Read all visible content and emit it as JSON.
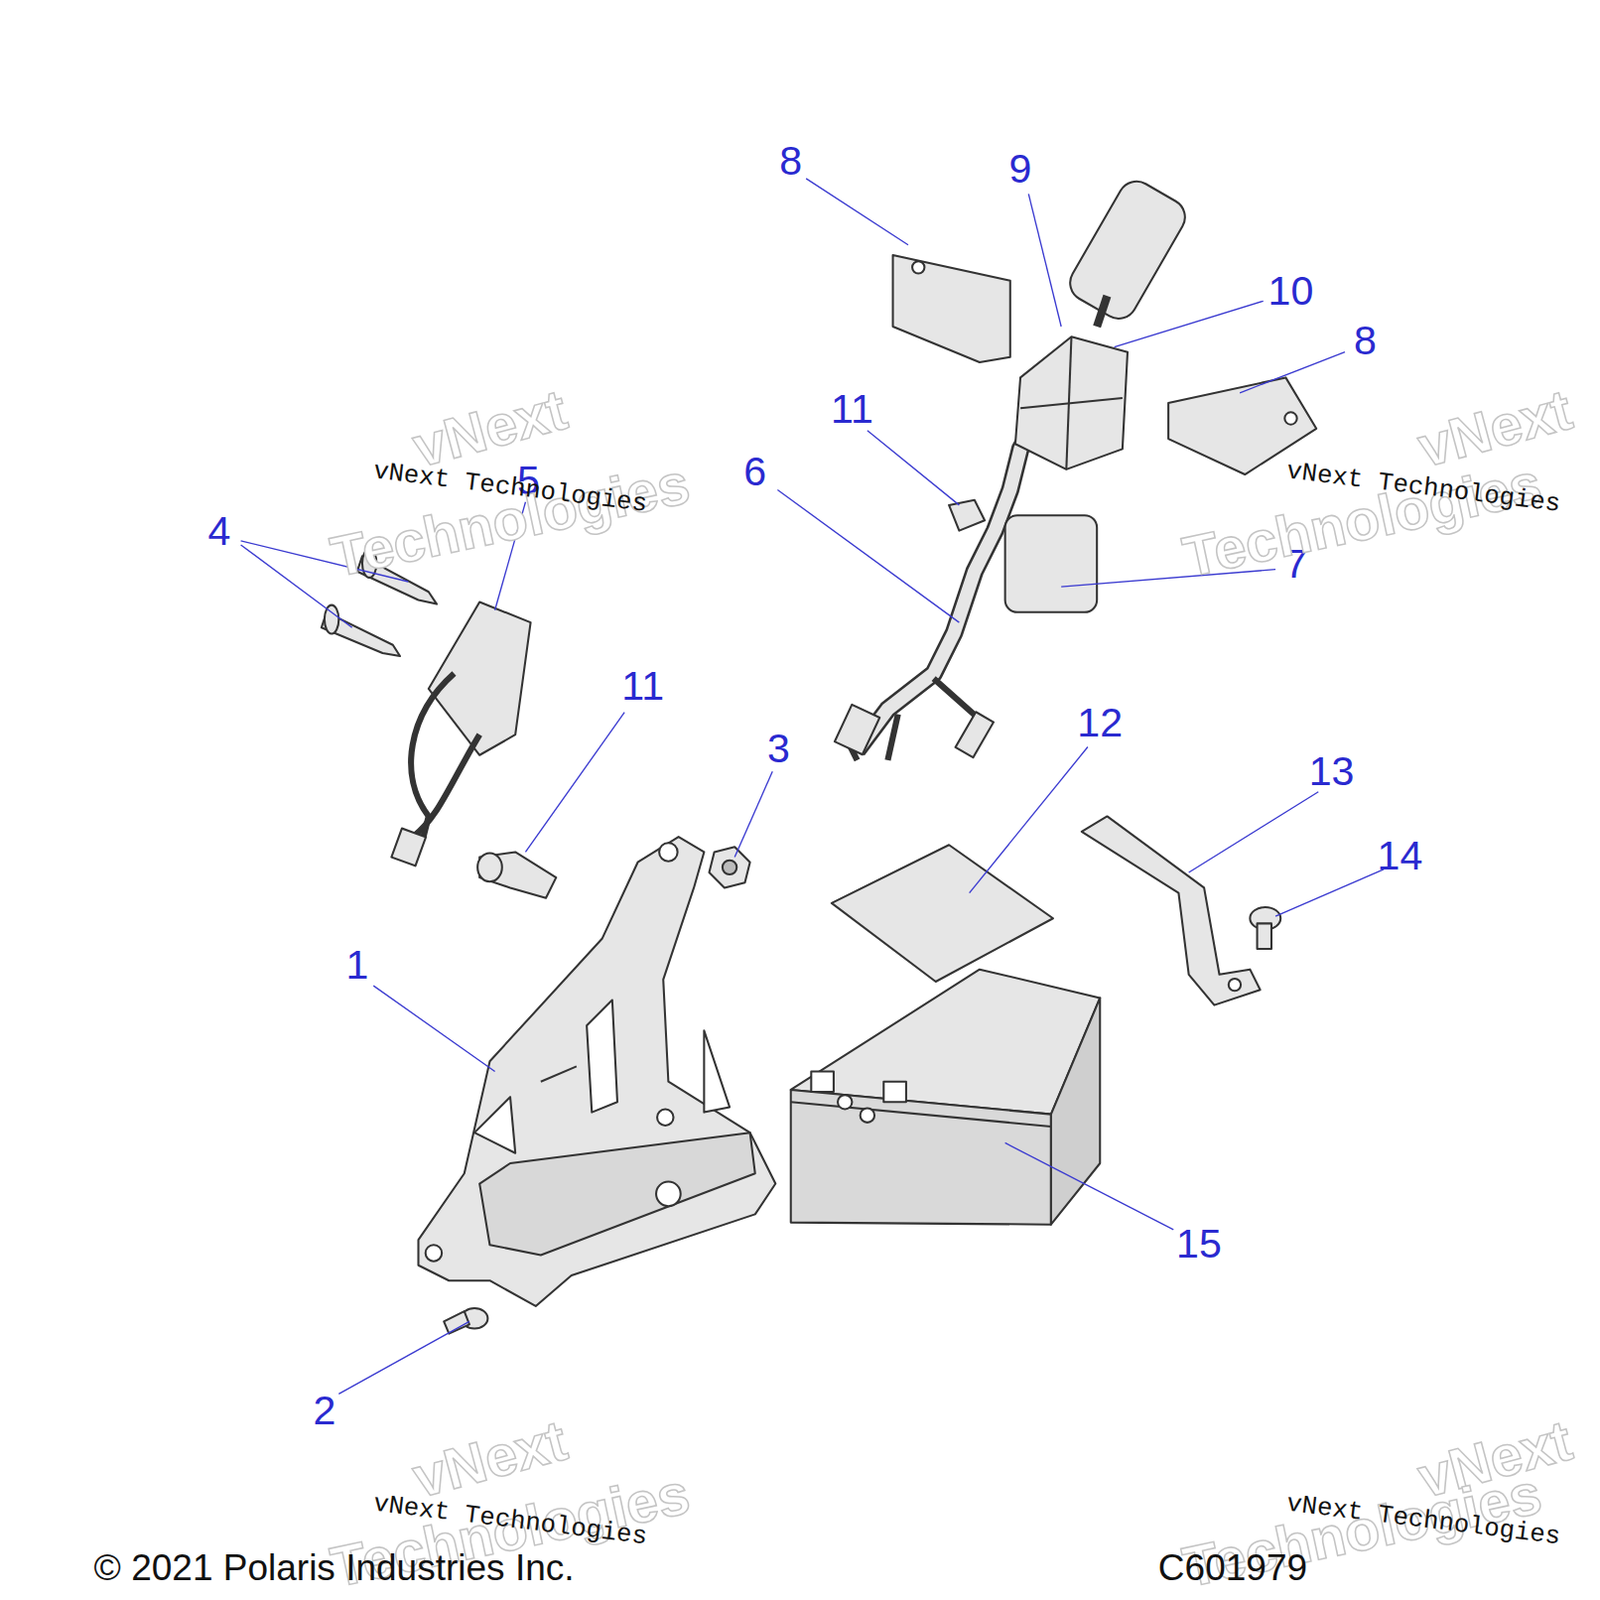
{
  "diagram": {
    "labels": [
      "8",
      "9",
      "10",
      "8",
      "11",
      "6",
      "5",
      "7",
      "4",
      "11",
      "3",
      "12",
      "13",
      "14",
      "1",
      "15",
      "2",
      "vNext",
      "Technologies",
      "vNext Technologies",
      "vNext",
      "Technologies",
      "vNext Technologies",
      "vNext",
      "Technologies",
      "vNext Technologies",
      "vNext",
      "Technologies",
      "vNext Technologies",
      "© 2021 Polaris Industries Inc.",
      "C601979"
    ]
  }
}
